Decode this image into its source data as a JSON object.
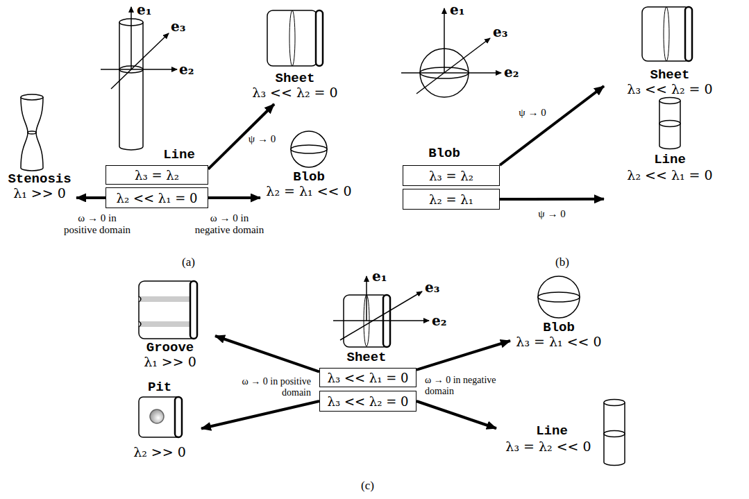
{
  "diagram": {
    "nodes": [
      {
        "text": [
          "Line"
        ]
      },
      {
        "text": [
          "λ₃ = λ₂"
        ]
      },
      {
        "text": [
          "λ₂ << λ₁ = 0"
        ]
      },
      {
        "text": [
          "Sheet",
          "λ₃ << λ₂ = 0"
        ]
      },
      {
        "text": [
          "Stenosis",
          "λ₁ >> 0"
        ]
      },
      {
        "text": [
          "Blob",
          "λ₂ = λ₁ << 0"
        ]
      },
      {
        "text": [
          "Blob"
        ]
      },
      {
        "text": [
          "λ₃ = λ₂"
        ]
      },
      {
        "text": [
          "λ₂ = λ₁"
        ]
      },
      {
        "text": [
          "Sheet",
          "λ₃ << λ₂ = 0"
        ]
      },
      {
        "text": [
          "Line",
          "λ₂ << λ₁ = 0"
        ]
      },
      {
        "text": [
          "Sheet"
        ]
      },
      {
        "text": [
          "λ₃ << λ₁ = 0"
        ]
      },
      {
        "text": [
          "λ₃ << λ₂ = 0"
        ]
      },
      {
        "text": [
          "Groove",
          "λ₁ >> 0"
        ]
      },
      {
        "text": [
          "Pit",
          "λ₂ >> 0"
        ]
      },
      {
        "text": [
          "Blob",
          "λ₃ = λ₁ << 0"
        ]
      },
      {
        "text": [
          "Line",
          "λ₃ = λ₂ << 0"
        ]
      }
    ],
    "edges": [
      {
        "from": 2,
        "to": 4,
        "arrow": "to",
        "label": "ω → 0 in positive domain"
      },
      {
        "from": 2,
        "to": 5,
        "arrow": "to",
        "label": "ω → 0 in negative domain"
      },
      {
        "from": 1,
        "to": 3,
        "arrow": "to",
        "label": "ψ → 0"
      },
      {
        "from": 7,
        "to": 9,
        "arrow": "to",
        "label": "ψ → 0"
      },
      {
        "from": 8,
        "to": 10,
        "arrow": "to",
        "label": "ψ → 0"
      },
      {
        "from": 12,
        "to": 14,
        "arrow": "to"
      },
      {
        "from": 13,
        "to": 15,
        "arrow": "to"
      },
      {
        "from": 12,
        "to": 16,
        "arrow": "to"
      },
      {
        "from": 13,
        "to": 17,
        "arrow": "to"
      }
    ],
    "labels": [
      "e₁",
      "e₂",
      "e₃",
      "e₁",
      "e₂",
      "e₃",
      "e₁",
      "e₂",
      "e₃",
      "(a)",
      "(b)",
      "(c)",
      "ω → 0 in positive domain",
      "ω → 0 in negative domain"
    ]
  }
}
